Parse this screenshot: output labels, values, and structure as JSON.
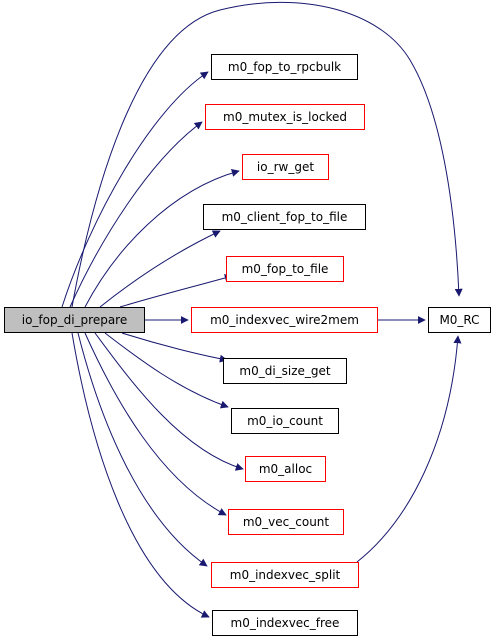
{
  "diagram": {
    "root": {
      "label": "io_fop_di_prepare"
    },
    "nodes": {
      "fop_to_rpcbulk": {
        "label": "m0_fop_to_rpcbulk",
        "border": "black"
      },
      "mutex_is_locked": {
        "label": "m0_mutex_is_locked",
        "border": "red"
      },
      "io_rw_get": {
        "label": "io_rw_get",
        "border": "red"
      },
      "client_fop_to_file": {
        "label": "m0_client_fop_to_file",
        "border": "black"
      },
      "fop_to_file": {
        "label": "m0_fop_to_file",
        "border": "red"
      },
      "indexvec_wire2mem": {
        "label": "m0_indexvec_wire2mem",
        "border": "red"
      },
      "m0_rc": {
        "label": "M0_RC",
        "border": "black"
      },
      "di_size_get": {
        "label": "m0_di_size_get",
        "border": "black"
      },
      "io_count": {
        "label": "m0_io_count",
        "border": "black"
      },
      "alloc": {
        "label": "m0_alloc",
        "border": "red"
      },
      "vec_count": {
        "label": "m0_vec_count",
        "border": "red"
      },
      "indexvec_split": {
        "label": "m0_indexvec_split",
        "border": "red"
      },
      "indexvec_free": {
        "label": "m0_indexvec_free",
        "border": "black"
      }
    },
    "edges": [
      [
        "root",
        "m0_rc"
      ],
      [
        "root",
        "fop_to_rpcbulk"
      ],
      [
        "root",
        "mutex_is_locked"
      ],
      [
        "root",
        "io_rw_get"
      ],
      [
        "root",
        "client_fop_to_file"
      ],
      [
        "root",
        "fop_to_file"
      ],
      [
        "root",
        "indexvec_wire2mem"
      ],
      [
        "root",
        "di_size_get"
      ],
      [
        "root",
        "io_count"
      ],
      [
        "root",
        "alloc"
      ],
      [
        "root",
        "vec_count"
      ],
      [
        "root",
        "indexvec_split"
      ],
      [
        "root",
        "indexvec_free"
      ],
      [
        "indexvec_wire2mem",
        "m0_rc"
      ],
      [
        "indexvec_split",
        "m0_rc"
      ]
    ],
    "colors": {
      "edge": "#191970",
      "root_fill": "#bfbfbf",
      "red_border": "#ff0000",
      "black_border": "#000000"
    }
  }
}
